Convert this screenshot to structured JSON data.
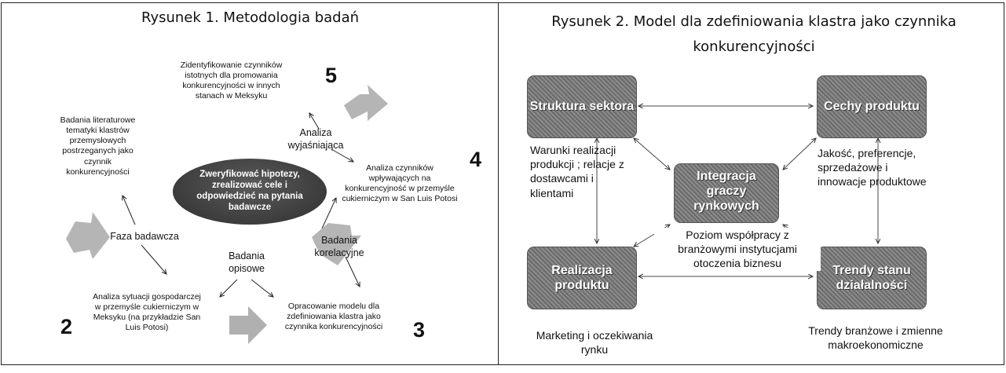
{
  "figure1": {
    "title": "Rysunek 1. Metodologia badań",
    "center": "Zweryfikować hipotezy,\nzrealizować cele i\nodpowiedzieć na pytania\nbadawcze",
    "steps": [
      {
        "number": "5",
        "text": "Zidentyfikowanie  czynników\nistotnych dla promowania\nkonkurencyjności w innych\nstanach  w Meksyku"
      },
      {
        "number": "4",
        "text": "Analiza czynników\nwpływających na\nkonkurencyjność w przemyśle\ncukierniczym w San Luis Potosi"
      },
      {
        "number": "3",
        "text": "Opracowanie modelu dla\nzdefiniowania klastra jako\nczynnika konkurencyjności"
      },
      {
        "number": "2",
        "text": "Analiza sytuacji gospodarczej\nw przemyśle cukierniczym w\nMeksyku (na przykładzie San\nLuis Potosi)"
      }
    ],
    "literature_text": "Badania literaturowe\ntematyki klastrów\nprzemysłowych\npostrzeganych jako\nczynnik\nkonkurencyjności",
    "phases": {
      "explanatory": "Analiza\nwyjaśniająca",
      "correlational": "Badania\nkorelacyjne",
      "descriptive": "Badania\nopisowe",
      "research": "Faza badawcza"
    }
  },
  "figure2": {
    "title": "Rysunek 2. Model  dla zdefiniowania klastra jako czynnika konkurencyjności",
    "boxes": {
      "top_left": "Struktura sektora",
      "top_right": "Cechy produktu",
      "center": "Integracja\ngraczy\nrynkowych",
      "bottom_left": "Realizacja\nproduktu",
      "bottom_right": "Trendy stanu\ndziałalności"
    },
    "labels": {
      "left_mid": "Warunki realizacji\nprodukcji ; relacje z\ndostawcami i\nklientami",
      "right_mid": "Jakość, preferencje,\nsprzedażowe  i\ninnowacje produktowe",
      "center_bottom": "Poziom współpracy z\nbranżowymi instytucjami\notoczenia biznesu",
      "bottom_left": "Marketing i oczekiwania\nrynku",
      "bottom_right": "Trendy branżowe i zmienne\nmakroekonomiczne"
    }
  },
  "colors": {
    "box_fill": "#7a7a7a",
    "ellipse_fill": "#3c3c3c",
    "arrow_gray": "#b5b5b5",
    "border": "#222222"
  }
}
